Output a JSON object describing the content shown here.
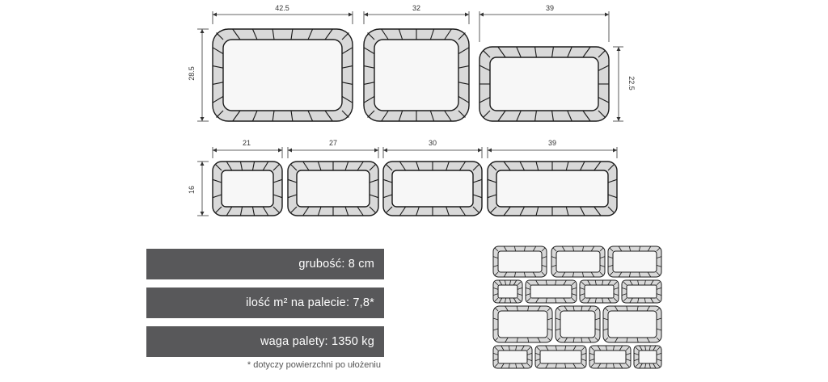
{
  "dimensions": {
    "top_widths": [
      "42.5",
      "32",
      "39"
    ],
    "top_height_left": "28.5",
    "top_height_right": "22.5",
    "bottom_widths": [
      "21",
      "27",
      "30",
      "39"
    ],
    "bottom_height": "16"
  },
  "specs": {
    "thickness": "grubość: 8 cm",
    "per_pallet": "ilość m² na palecie: 7,8*",
    "pallet_weight": "waga palety: 1350 kg"
  },
  "footnote": "* dotyczy powierzchni po ułożeniu",
  "colors": {
    "bar": "#58585a",
    "stone_fill": "#d9d9d9",
    "stone_face": "#f7f7f7",
    "stroke": "#1a1a1a"
  }
}
